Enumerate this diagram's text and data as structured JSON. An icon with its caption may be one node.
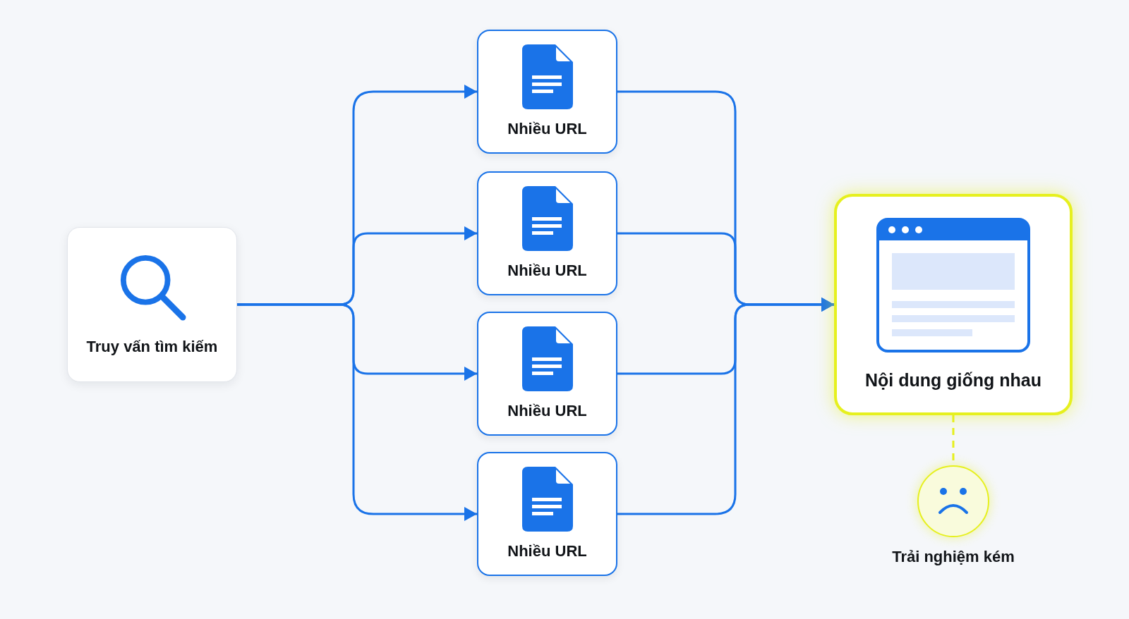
{
  "diagram": {
    "nodes": [
      {
        "text": [
          "Truy vấn tìm kiếm"
        ]
      },
      {
        "text": [
          "Nhiều URL"
        ]
      },
      {
        "text": [
          "Nhiều URL"
        ]
      },
      {
        "text": [
          "Nhiều URL"
        ]
      },
      {
        "text": [
          "Nhiều URL"
        ]
      },
      {
        "text": [
          "Nội dung giống nhau"
        ]
      },
      {
        "text": [],
        "shape": "circle",
        "beside": [
          "Trải nghiệm kém"
        ]
      }
    ],
    "edges": [
      {
        "from": 0,
        "to": 1,
        "arrow": "to"
      },
      {
        "from": 0,
        "to": 2,
        "arrow": "to"
      },
      {
        "from": 0,
        "to": 3,
        "arrow": "to"
      },
      {
        "from": 0,
        "to": 4,
        "arrow": "to"
      },
      {
        "from": 1,
        "to": 5,
        "arrow": "to"
      },
      {
        "from": 2,
        "to": 5,
        "arrow": "to"
      },
      {
        "from": 3,
        "to": 5,
        "arrow": "to"
      },
      {
        "from": 4,
        "to": 5,
        "arrow": "to"
      },
      {
        "from": 5,
        "to": 6,
        "arrow": "none",
        "style": "dashed",
        "color": "#e6f01e"
      }
    ]
  }
}
